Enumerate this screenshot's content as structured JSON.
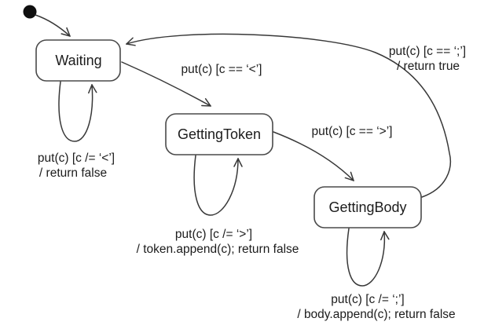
{
  "diagram_type": "uml-state-machine",
  "colors": {
    "background": "#ffffff",
    "line": "#383838",
    "state_border": "#4a4a4a",
    "state_fill": "#ffffff",
    "text": "#1c1c1c",
    "initial_dot": "#0f0f0f"
  },
  "states": {
    "waiting": {
      "label": "Waiting"
    },
    "getting_token": {
      "label": "GettingToken"
    },
    "getting_body": {
      "label": "GettingBody"
    }
  },
  "transitions": {
    "waiting_to_getting_token": {
      "trigger": "put(c) [c == ‘<’]"
    },
    "getting_token_to_getting_body": {
      "trigger": "put(c) [c == ‘>’]"
    },
    "getting_body_to_waiting": {
      "trigger": "put(c) [c == ‘;’]",
      "action": "/ return true"
    },
    "waiting_self": {
      "trigger": "put(c) [c /= ‘<’]",
      "action": "/ return false"
    },
    "getting_token_self": {
      "trigger": "put(c) [c /= ‘>’]",
      "action": "/ token.append(c); return false"
    },
    "getting_body_self": {
      "trigger": "put(c) [c /= ‘;’]",
      "action": "/ body.append(c); return false"
    }
  }
}
